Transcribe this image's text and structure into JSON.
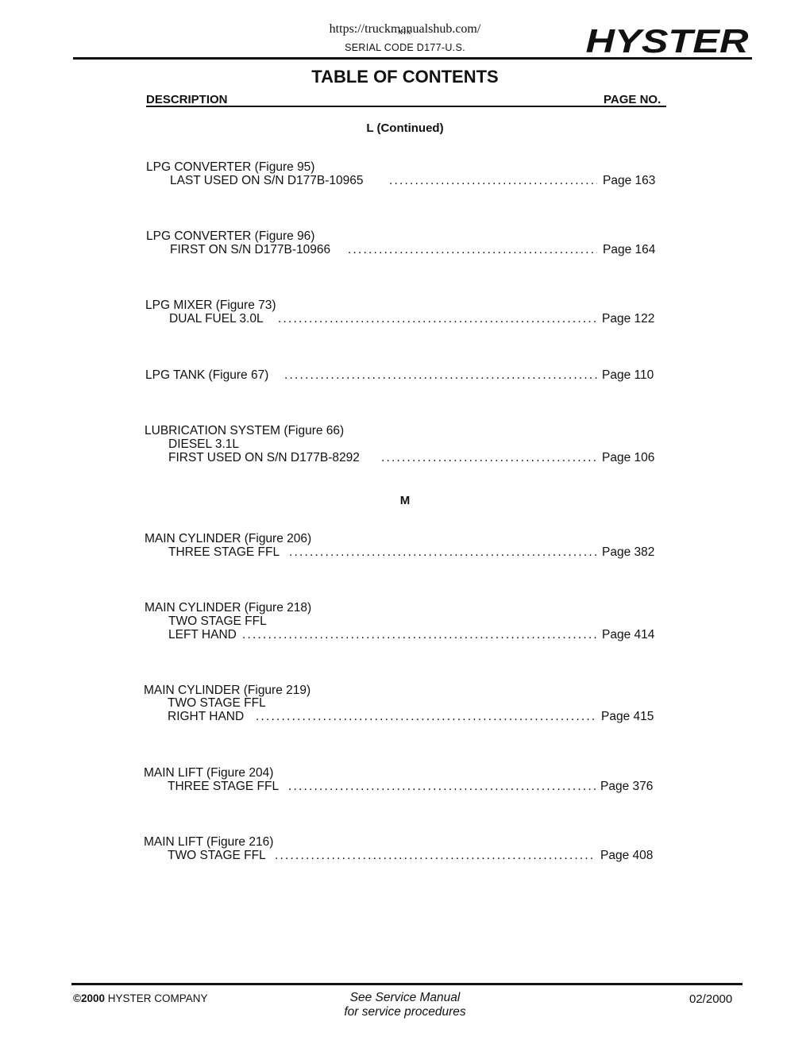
{
  "header": {
    "url": "https://truckmanualshub.com/",
    "page_number": "xix",
    "serial_code": "SERIAL CODE D177-U.S.",
    "brand_logo": "HYSTER"
  },
  "toc": {
    "title": "TABLE OF CONTENTS",
    "col_description": "DESCRIPTION",
    "col_page": "PAGE NO.",
    "section_l": "L (Continued)",
    "section_m": "M",
    "entries": [
      {
        "title": "LPG CONVERTER (Figure 95)",
        "sub1": "LAST USED ON S/N D177B-10965",
        "sub2": "",
        "page": "Page 163"
      },
      {
        "title": "LPG CONVERTER (Figure 96)",
        "sub1": "FIRST ON S/N D177B-10966",
        "sub2": "",
        "page": "Page 164"
      },
      {
        "title": "LPG MIXER (Figure 73)",
        "sub1": "DUAL FUEL 3.0L",
        "sub2": "",
        "page": "Page 122"
      },
      {
        "title": "LPG TANK (Figure 67)",
        "sub1": "",
        "sub2": "",
        "page": "Page 110"
      },
      {
        "title": "LUBRICATION SYSTEM (Figure 66)",
        "sub1": "DIESEL 3.1L",
        "sub2": "FIRST USED ON S/N D177B-8292",
        "page": "Page 106"
      },
      {
        "title": "MAIN CYLINDER (Figure 206)",
        "sub1": "THREE STAGE FFL",
        "sub2": "",
        "page": "Page 382"
      },
      {
        "title": "MAIN CYLINDER (Figure 218)",
        "sub1": "TWO STAGE FFL",
        "sub2": "LEFT HAND",
        "page": "Page 414"
      },
      {
        "title": "MAIN CYLINDER (Figure 219)",
        "sub1": "TWO STAGE FFL",
        "sub2": "RIGHT HAND",
        "page": "Page 415"
      },
      {
        "title": "MAIN LIFT (Figure 204)",
        "sub1": "THREE STAGE FFL",
        "sub2": "",
        "page": "Page 376"
      },
      {
        "title": "MAIN LIFT (Figure 216)",
        "sub1": "TWO STAGE FFL",
        "sub2": "",
        "page": "Page 408"
      }
    ]
  },
  "footer": {
    "copyright_symbol_year": "©2000",
    "company": " HYSTER COMPANY",
    "note_line1": "See Service Manual",
    "note_line2": "for service procedures",
    "date": "02/2000"
  }
}
